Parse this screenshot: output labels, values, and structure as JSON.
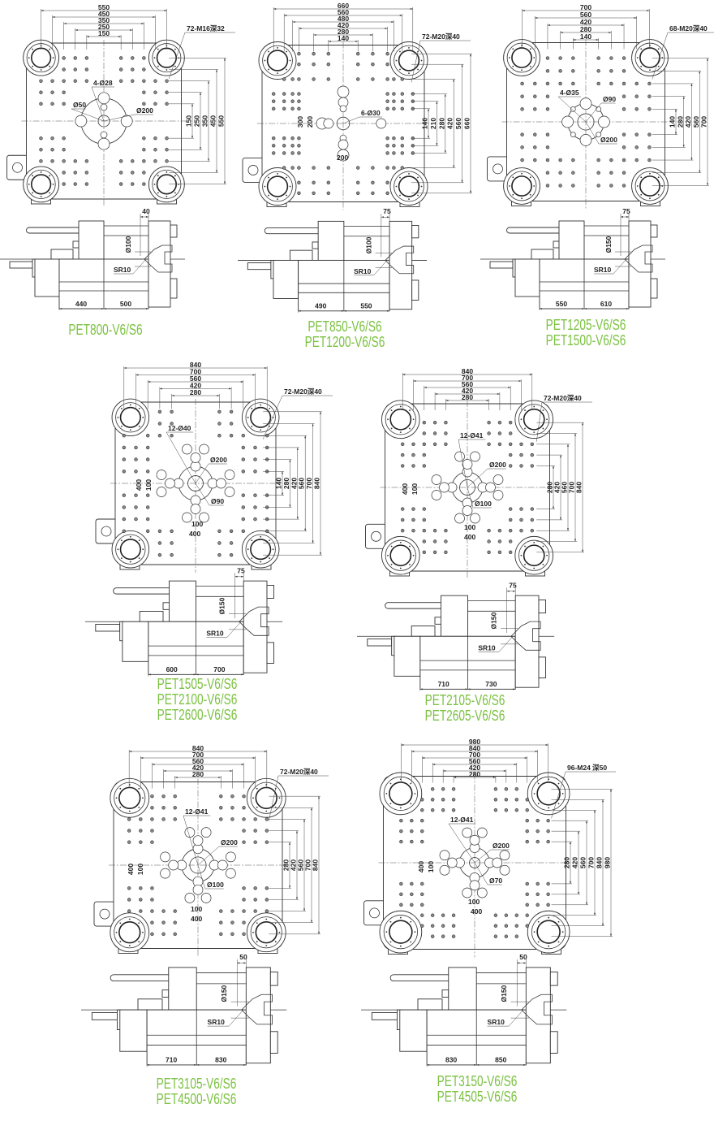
{
  "colors": {
    "line": "#333333",
    "title": "#7cc242"
  },
  "models": [
    {
      "titles": [
        "PET800-V6/S6"
      ],
      "plate": {
        "h_dims": [
          "550",
          "450",
          "350",
          "250",
          "150"
        ],
        "v_dims": [
          "150",
          "250",
          "350",
          "450",
          "550"
        ],
        "thread": "72-M16深32",
        "notes": [
          "4-Ø28",
          "Ø50",
          "Ø200"
        ]
      },
      "side": {
        "top_dim": "40",
        "diameter": "Ø100",
        "radius": "SR10",
        "dims": [
          "440",
          "500"
        ]
      }
    },
    {
      "titles": [
        "PET850-V6/S6",
        "PET1200-V6/S6"
      ],
      "plate": {
        "h_dims": [
          "660",
          "560",
          "480",
          "420",
          "280",
          "140"
        ],
        "v_dims": [
          "140",
          "210",
          "280",
          "420",
          "560",
          "660"
        ],
        "thread": "72-M20深40",
        "notes": [
          "6-Ø30",
          "300",
          "200",
          "200"
        ]
      },
      "side": {
        "top_dim": "75",
        "diameter": "Ø100",
        "radius": "SR10",
        "dims": [
          "490",
          "550"
        ]
      }
    },
    {
      "titles": [
        "PET1205-V6/S6",
        "PET1500-V6/S6"
      ],
      "plate": {
        "h_dims": [
          "700",
          "560",
          "420",
          "280",
          "140"
        ],
        "v_dims": [
          "140",
          "280",
          "420",
          "560",
          "700"
        ],
        "thread": "68-M20深40",
        "notes": [
          "4-Ø35",
          "Ø90",
          "Ø200"
        ]
      },
      "side": {
        "top_dim": "75",
        "diameter": "Ø150",
        "radius": "SR10",
        "dims": [
          "550",
          "610"
        ]
      }
    },
    {
      "titles": [
        "PET1505-V6/S6",
        "PET2100-V6/S6",
        "PET2600-V6/S6"
      ],
      "plate": {
        "h_dims": [
          "840",
          "700",
          "560",
          "420",
          "280"
        ],
        "v_dims": [
          "140",
          "280",
          "420",
          "560",
          "700",
          "840"
        ],
        "thread": "72-M20深40",
        "notes": [
          "12-Ø40",
          "Ø200",
          "Ø90",
          "400",
          "100",
          "100",
          "400"
        ]
      },
      "side": {
        "top_dim": "75",
        "diameter": "Ø150",
        "radius": "SR10",
        "dims": [
          "600",
          "700"
        ]
      }
    },
    {
      "titles": [
        "PET2105-V6/S6",
        "PET2605-V6/S6"
      ],
      "plate": {
        "h_dims": [
          "840",
          "700",
          "560",
          "420",
          "280"
        ],
        "v_dims": [
          "280",
          "420",
          "560",
          "700",
          "840"
        ],
        "thread": "72-M20深40",
        "notes": [
          "12-Ø41",
          "Ø200",
          "Ø100",
          "400",
          "100",
          "100",
          "400"
        ]
      },
      "side": {
        "top_dim": "75",
        "diameter": "Ø150",
        "radius": "SR10",
        "dims": [
          "710",
          "730"
        ]
      }
    },
    {
      "titles": [
        "PET3105-V6/S6",
        "PET4500-V6/S6"
      ],
      "plate": {
        "h_dims": [
          "840",
          "700",
          "560",
          "420",
          "280"
        ],
        "v_dims": [
          "280",
          "420",
          "560",
          "700",
          "840"
        ],
        "thread": "72-M20深40",
        "notes": [
          "12-Ø41",
          "Ø200",
          "Ø100",
          "400",
          "100",
          "100",
          "400"
        ]
      },
      "side": {
        "top_dim": "50",
        "diameter": "Ø150",
        "radius": "SR10",
        "dims": [
          "710",
          "830"
        ]
      }
    },
    {
      "titles": [
        "PET3150-V6/S6",
        "PET4505-V6/S6"
      ],
      "plate": {
        "h_dims": [
          "980",
          "840",
          "700",
          "560",
          "420",
          "280"
        ],
        "v_dims": [
          "280",
          "420",
          "560",
          "700",
          "840",
          "980"
        ],
        "thread": "96-M24 深50",
        "notes": [
          "12-Ø41",
          "Ø200",
          "Ø70",
          "400",
          "100",
          "100",
          "400"
        ]
      },
      "side": {
        "top_dim": "50",
        "diameter": "Ø150",
        "radius": "SR10",
        "dims": [
          "830",
          "850"
        ]
      }
    }
  ]
}
